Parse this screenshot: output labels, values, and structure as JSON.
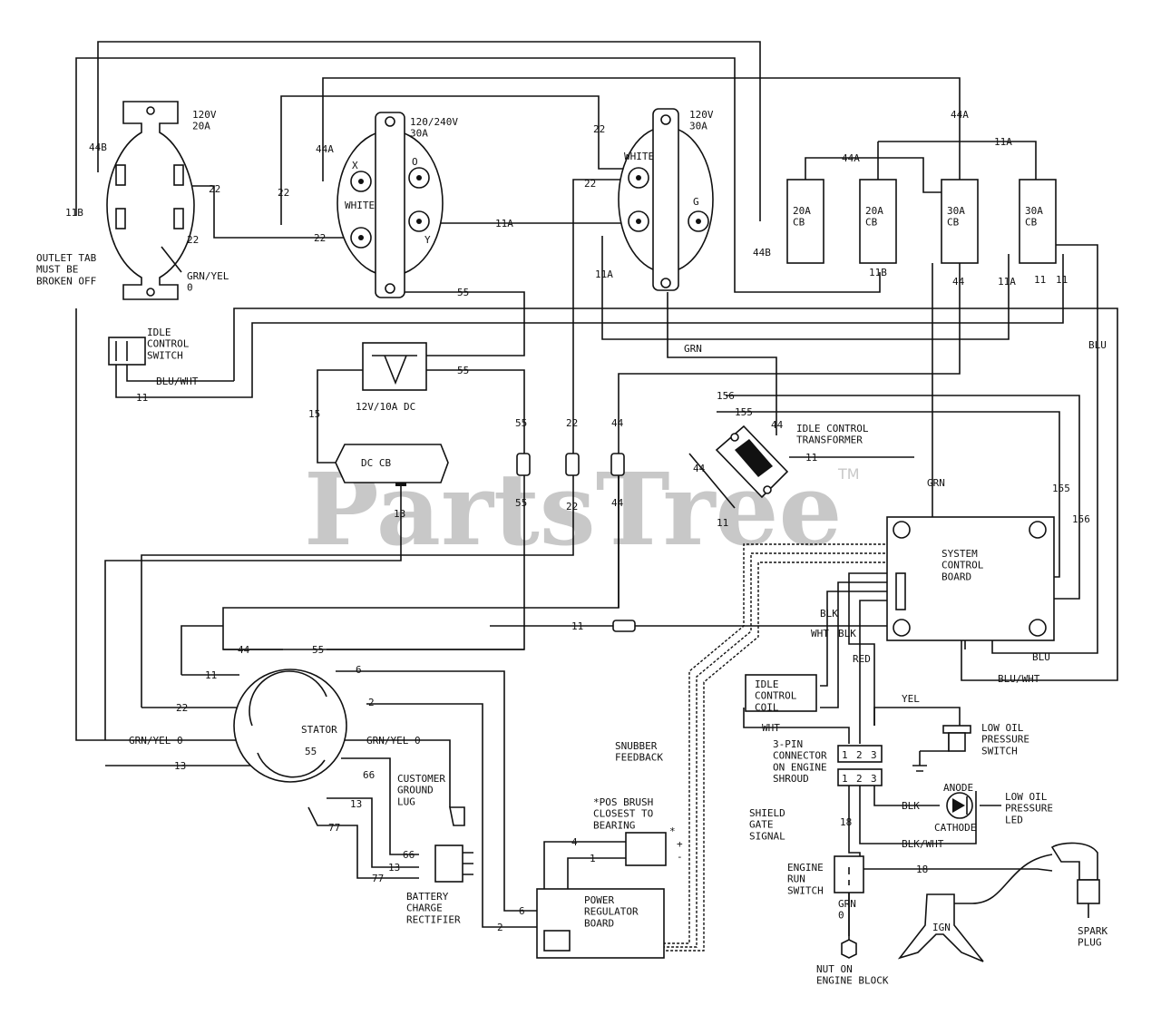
{
  "watermark": {
    "brand": "PartsTree",
    "tm": "TM"
  },
  "outlet_120v_20a": {
    "label": "120V\n20A",
    "note": "OUTLET TAB\nMUST BE\nBROKEN OFF",
    "ground": "GRN/YEL\n0"
  },
  "outlet_120_240v_30a": {
    "label": "120/240V\n30A",
    "x": "X",
    "y": "Y",
    "o": "O",
    "white": "WHITE"
  },
  "outlet_120v_30a": {
    "label": "120V\n30A",
    "white": "WHITE",
    "g": "G"
  },
  "breakers": [
    {
      "label": "20A\nCB"
    },
    {
      "label": "20A\nCB"
    },
    {
      "label": "30A\nCB"
    },
    {
      "label": "30A\nCB"
    }
  ],
  "idle_control_switch": {
    "label": "IDLE\nCONTROL\nSWITCH"
  },
  "dc_receptacle": {
    "label": "12V/10A DC"
  },
  "dc_breaker": {
    "label": "DC CB"
  },
  "idle_control_transformer": {
    "label": "IDLE CONTROL\nTRANSFORMER"
  },
  "system_control_board": {
    "label": "SYSTEM\nCONTROL\nBOARD"
  },
  "idle_control_coil": {
    "label": "IDLE\nCONTROL\nCOIL"
  },
  "stator": {
    "label": "STATOR"
  },
  "customer_ground_lug": {
    "label": "CUSTOMER\nGROUND\nLUG"
  },
  "battery_charge_rectifier": {
    "label": "BATTERY\nCHARGE\nRECTIFIER"
  },
  "brush_note": {
    "label": "*POS BRUSH\nCLOSEST TO\nBEARING",
    "asterisk": "*",
    "plus": "+",
    "minus": "-"
  },
  "power_regulator_board": {
    "label": "POWER\nREGULATOR\nBOARD"
  },
  "snubber_feedback": {
    "label": "SNUBBER\nFEEDBACK"
  },
  "shield_gate_signal": {
    "label": "SHIELD\nGATE\nSIGNAL"
  },
  "connector_3pin": {
    "label": "3-PIN\nCONNECTOR\nON ENGINE\nSHROUD",
    "pins": [
      "1",
      "2",
      "3"
    ]
  },
  "low_oil_switch": {
    "label": "LOW OIL\nPRESSURE\nSWITCH"
  },
  "low_oil_led": {
    "label": "LOW OIL\nPRESSURE\nLED",
    "anode": "ANODE",
    "cathode": "CATHODE"
  },
  "engine_run_switch": {
    "label": "ENGINE\nRUN\nSWITCH",
    "ground": "GRN\n0"
  },
  "engine_ground_nut": {
    "label": "NUT ON\nENGINE BLOCK"
  },
  "ignition": {
    "label": "IGN"
  },
  "spark_plug": {
    "label": "SPARK\nPLUG"
  },
  "wire_labels": {
    "w44B_a": "44B",
    "w11B_a": "11B",
    "w22_a": "22",
    "w22_b": "22",
    "w44A_a": "44A",
    "w22_c": "22",
    "w22_d": "22",
    "w55_a": "55",
    "w22_e": "22",
    "w22_f": "22",
    "w11A_a": "11A",
    "w11A_b": "11A",
    "w44A_b": "44A",
    "w44A_c": "44A",
    "w11A_c": "11A",
    "w44B_b": "44B",
    "w11B_b": "11B",
    "w44_a": "44",
    "w11A_d": "11A",
    "w11_a": "11",
    "w11_b": "11",
    "w blu_a": "BLU",
    "wGRN_a": "GRN",
    "wBLUWHT_a": "BLU/WHT",
    "w11_c": "11",
    "w55_b": "55",
    "w15": "15",
    "w55_c": "55",
    "w22_g": "22",
    "w44_b": "44",
    "w55_d": "55",
    "w22_h": "22",
    "w44_c": "44",
    "w13_a": "13",
    "w156_a": "156",
    "w155_a": "155",
    "w44_d": "44",
    "w44_e": "44",
    "w11_d": "11",
    "w11_e": "11",
    "wGRN_b": "GRN",
    "w155_b": "155",
    "w156_b": "156",
    "w11_f": "11",
    "w44_f": "44",
    "w55_e": "55",
    "w11_g": "11",
    "w6_a": "6",
    "w22_i": "22",
    "w2_a": "2",
    "wGRNYEL_a": "GRN/YEL 0",
    "wGRNYEL_b": "GRN/YEL 0",
    "w13_b": "13",
    "w55_f": "55",
    "w66_a": "66",
    "w13_c": "13",
    "w77_a": "77",
    "w66_b": "66",
    "w13_d": "13",
    "w77_b": "77",
    "w4": "4",
    "w1": "1",
    "w6_b": "6",
    "w2_b": "2",
    "wBLK_a": "BLK",
    "wWHT_a": "WHT",
    "wBLK_b": "BLK",
    "wRED": "RED",
    "wBLU_b": "BLU",
    "wBLUWHT_b": "BLU/WHT",
    "wYEL": "YEL",
    "wWHT_b": "WHT",
    "wBLK_c": "BLK",
    "wBLKWHT": "BLK/WHT",
    "w18_a": "18",
    "w18_b": "18"
  }
}
